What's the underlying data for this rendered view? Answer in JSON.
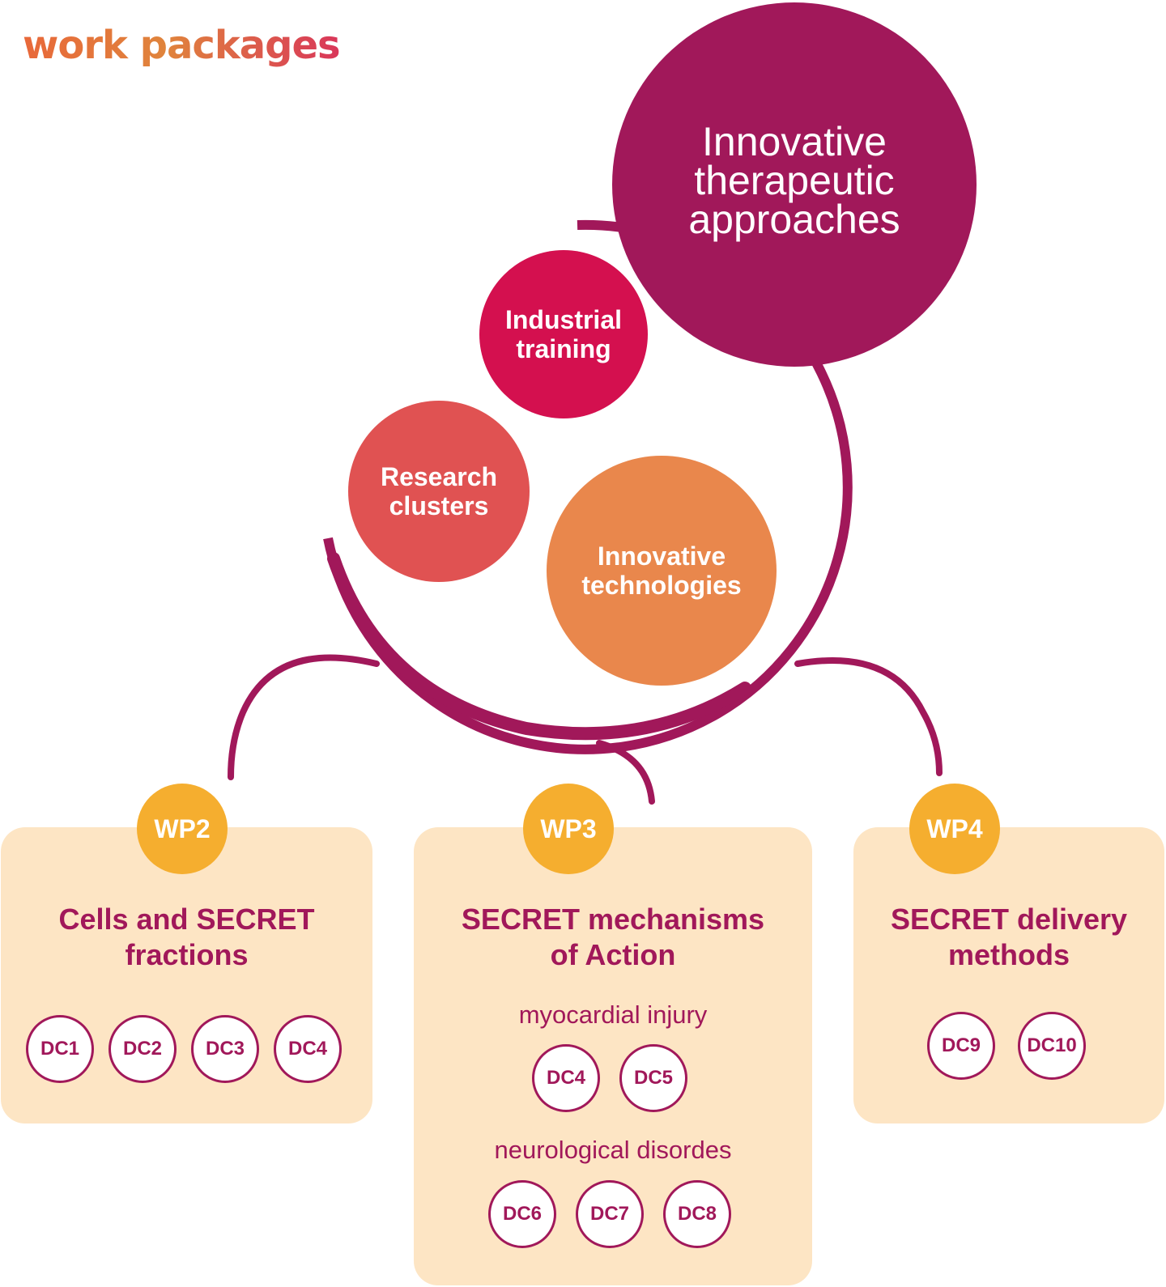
{
  "header": {
    "title": "work packages"
  },
  "circles": {
    "main": "Innovative\ntherapeutic\napproaches",
    "industrial": "Industrial\ntraining",
    "research": "Research\nclusters",
    "technologies": "Innovative\ntechnologies"
  },
  "work_packages": [
    {
      "code": "WP2",
      "title": "Cells and SECRET\nfractions",
      "groups": [
        {
          "label": "",
          "dcs": [
            "DC1",
            "DC2",
            "DC3",
            "DC4"
          ]
        }
      ]
    },
    {
      "code": "WP3",
      "title": "SECRET mechanisms\nof Action",
      "groups": [
        {
          "label": "myocardial injury",
          "dcs": [
            "DC4",
            "DC5"
          ]
        },
        {
          "label": "neurological disordes",
          "dcs": [
            "DC6",
            "DC7",
            "DC8"
          ]
        }
      ]
    },
    {
      "code": "WP4",
      "title": "SECRET delivery\nmethods",
      "groups": [
        {
          "label": "",
          "dcs": [
            "DC9",
            "DC10"
          ]
        }
      ]
    }
  ],
  "colors": {
    "plum": "#a1185a",
    "crimson": "#d4104f",
    "coral": "#e05252",
    "orange": "#e9874c",
    "gold": "#f5ae2f",
    "box": "#fde5c4"
  }
}
